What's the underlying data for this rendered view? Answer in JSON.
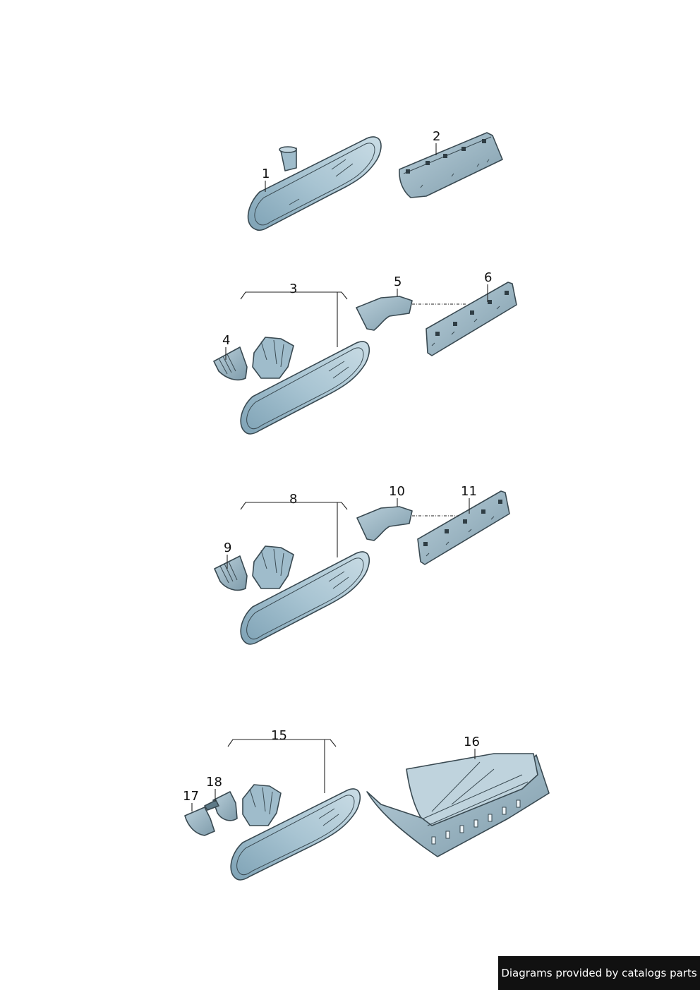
{
  "callouts": {
    "c1": "1",
    "c2": "2",
    "c3": "3",
    "c4": "4",
    "c5": "5",
    "c6": "6",
    "c8": "8",
    "c9": "9",
    "c10": "10",
    "c11": "11",
    "c15": "15",
    "c16": "16",
    "c17": "17",
    "c18": "18"
  },
  "credit": "Diagrams provided by catalogs parts",
  "colors": {
    "part_fill": "#a9c3d0",
    "part_fill_dark": "#7f9cab",
    "part_fill_light": "#cfdfe7",
    "glass": "#8db0c2",
    "outline": "#3a4a52",
    "badge_bg": "#111111",
    "badge_text": "#ffffff"
  }
}
